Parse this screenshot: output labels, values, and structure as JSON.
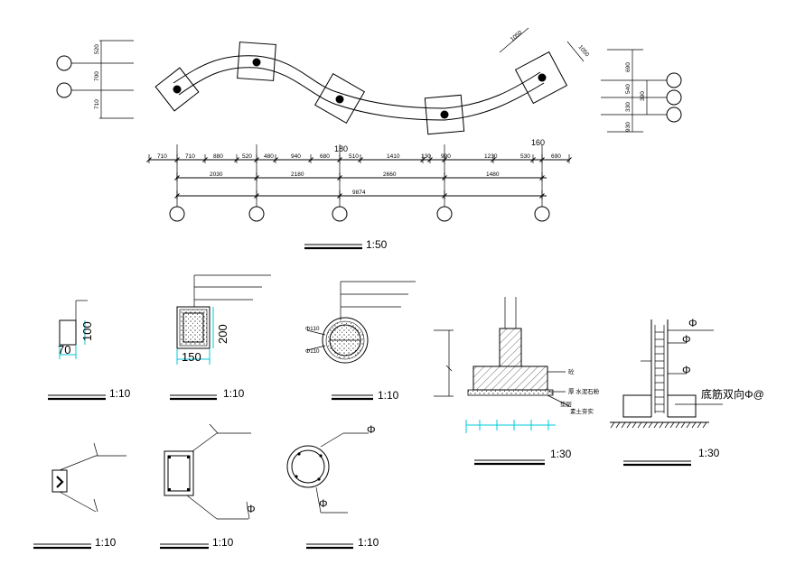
{
  "plan": {
    "scale": "1:50",
    "above_labels": [
      "180",
      "160"
    ],
    "top_row": [
      "710",
      "710",
      "880",
      "520",
      "480",
      "940",
      "680",
      "510",
      "1410",
      "130",
      "990",
      "1230",
      "530",
      "690"
    ],
    "mid_row": [
      "2030",
      "2180",
      "2660",
      "1480"
    ],
    "total": "9874",
    "left_dims": [
      "520",
      "700",
      "710"
    ],
    "right_dims": [
      "690",
      "540",
      "390",
      "330",
      "930"
    ],
    "pad_dims": [
      "1050",
      "1050"
    ]
  },
  "details": {
    "d1": {
      "scale": "1:10",
      "height": "100",
      "width": "70"
    },
    "d2": {
      "scale": "1:10",
      "height": "200",
      "width": "150"
    },
    "d3": {
      "scale": "1:10",
      "dia": "Φ110"
    },
    "d4": {
      "scale": "1:30",
      "note1": "砼",
      "note2": "厚  水泥石粉",
      "note3": "垫层",
      "note4": "素土夯实"
    },
    "d5": {
      "scale": "1:30",
      "note": "底筋双向Φ@"
    },
    "d6": {
      "scale": "1:10"
    },
    "d7": {
      "scale": "1:10"
    },
    "d8": {
      "scale": "1:10"
    }
  },
  "rebar_mark": "Φ"
}
